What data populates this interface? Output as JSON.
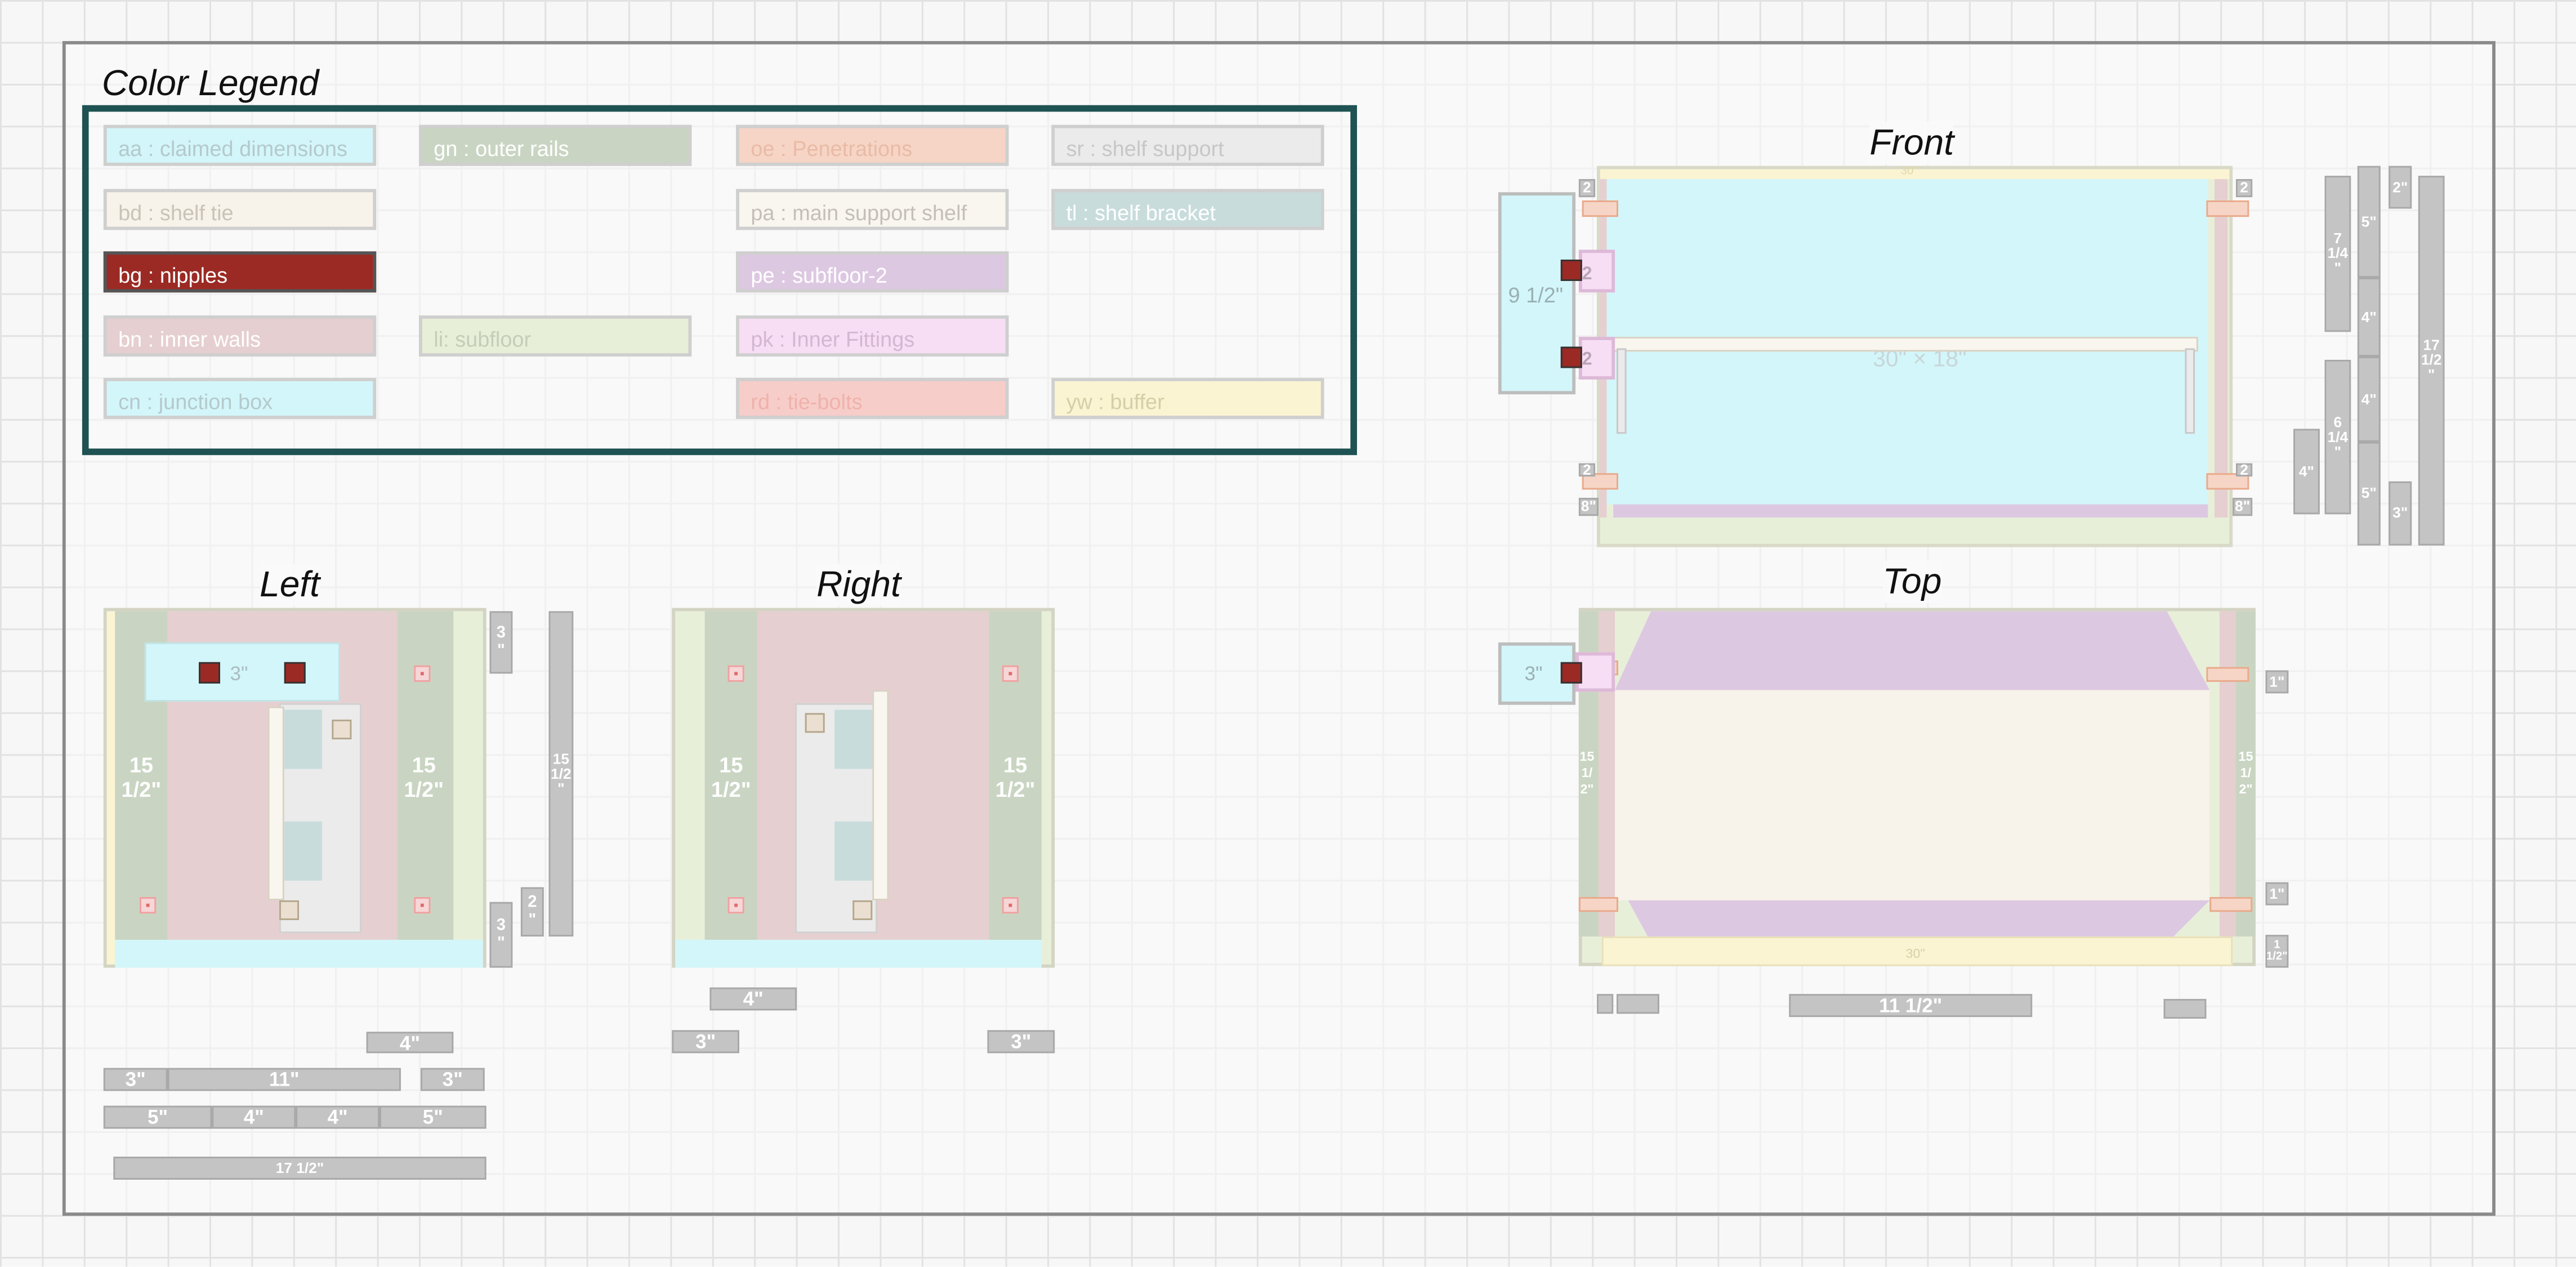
{
  "legend": {
    "title": "Color Legend",
    "items": [
      {
        "code": "aa",
        "label": "aa : claimed dimensions",
        "bg": "#d3f6fa",
        "fg": "#b5c9cc"
      },
      {
        "code": "gn",
        "label": "gn : outer rails",
        "bg": "#c9d5c2",
        "fg": "#ffffff"
      },
      {
        "code": "oe",
        "label": "oe : Penetrations",
        "bg": "#f6d5c6",
        "fg": "#e9bba6"
      },
      {
        "code": "sr",
        "label": "sr : shelf support",
        "bg": "#ebebeb",
        "fg": "#c7c7c7"
      },
      {
        "code": "bd",
        "label": "bd : shelf tie",
        "bg": "#f7f2ea",
        "fg": "#c9c3b8"
      },
      {
        "code": "pa",
        "label": "pa : main support shelf",
        "bg": "#f9f6ef",
        "fg": "#c4c0b7"
      },
      {
        "code": "tl",
        "label": "tl : shelf bracket",
        "bg": "#c8dcdc",
        "fg": "#ffffff"
      },
      {
        "code": "bg",
        "label": "bg : nipples",
        "bg": "#9b2a24",
        "fg": "#ffffff"
      },
      {
        "code": "pe",
        "label": "pe : subfloor-2",
        "bg": "#ddc8e2",
        "fg": "#ffffff"
      },
      {
        "code": "bn",
        "label": "bn : inner walls",
        "bg": "#e6cfd0",
        "fg": "#ffffff"
      },
      {
        "code": "li",
        "label": "li: subfloor",
        "bg": "#e8efd9",
        "fg": "#c6ccb8"
      },
      {
        "code": "pk",
        "label": "pk : Inner Fittings",
        "bg": "#f7def5",
        "fg": "#d4b7d1"
      },
      {
        "code": "cn",
        "label": "cn : junction box",
        "bg": "#d3f6fa",
        "fg": "#b5c9cc"
      },
      {
        "code": "rd",
        "label": "rd : tie-bolts",
        "bg": "#f7cdc9",
        "fg": "#efb2ab"
      },
      {
        "code": "yw",
        "label": "yw : buffer",
        "bg": "#fbf4d3",
        "fg": "#d5cea7"
      }
    ]
  },
  "views": {
    "front": "Front",
    "left": "Left",
    "right": "Right",
    "top": "Top"
  },
  "front": {
    "box_label": "9 1/2\"",
    "center_label": "30\" × 18\"",
    "top_small": "30\"",
    "fit_label": "2",
    "small_labels": [
      "2",
      "2",
      "8\"",
      "8\"",
      "2",
      "2"
    ],
    "dims": [
      "7\n1/4\n\"",
      "5\"",
      "2\"",
      "4\"",
      "17\n1/2\n\"",
      "4\"",
      "6\n1/4\n\"",
      "4\"",
      "5\"",
      "3\""
    ]
  },
  "left": {
    "box_label": "3\"",
    "wall_left": "15\n1/2\"",
    "wall_right": "15\n1/2\"",
    "dims_side": [
      "3\n\"",
      "15\n1/2\n\"",
      "2\n\"",
      "3\n\""
    ],
    "dims_bottom": [
      "4\"",
      "3\"",
      "11\"",
      "3\"",
      "5\"",
      "4\"",
      "4\"",
      "5\"",
      "17 1/2\""
    ]
  },
  "right": {
    "wall_left": "15\n1/2\"",
    "wall_right": "15\n1/2\"",
    "dims_bottom": [
      "4\"",
      "3\"",
      "3\""
    ]
  },
  "top": {
    "box_label": "3\"",
    "side_left": "15\n1/\n2\"",
    "side_right": "15\n1/\n2\"",
    "bottom_small": "30\"",
    "dims_side": [
      "1\"",
      "1\"",
      "1\n1/2\""
    ],
    "dims_bottom": [
      "11 1/2\""
    ]
  }
}
